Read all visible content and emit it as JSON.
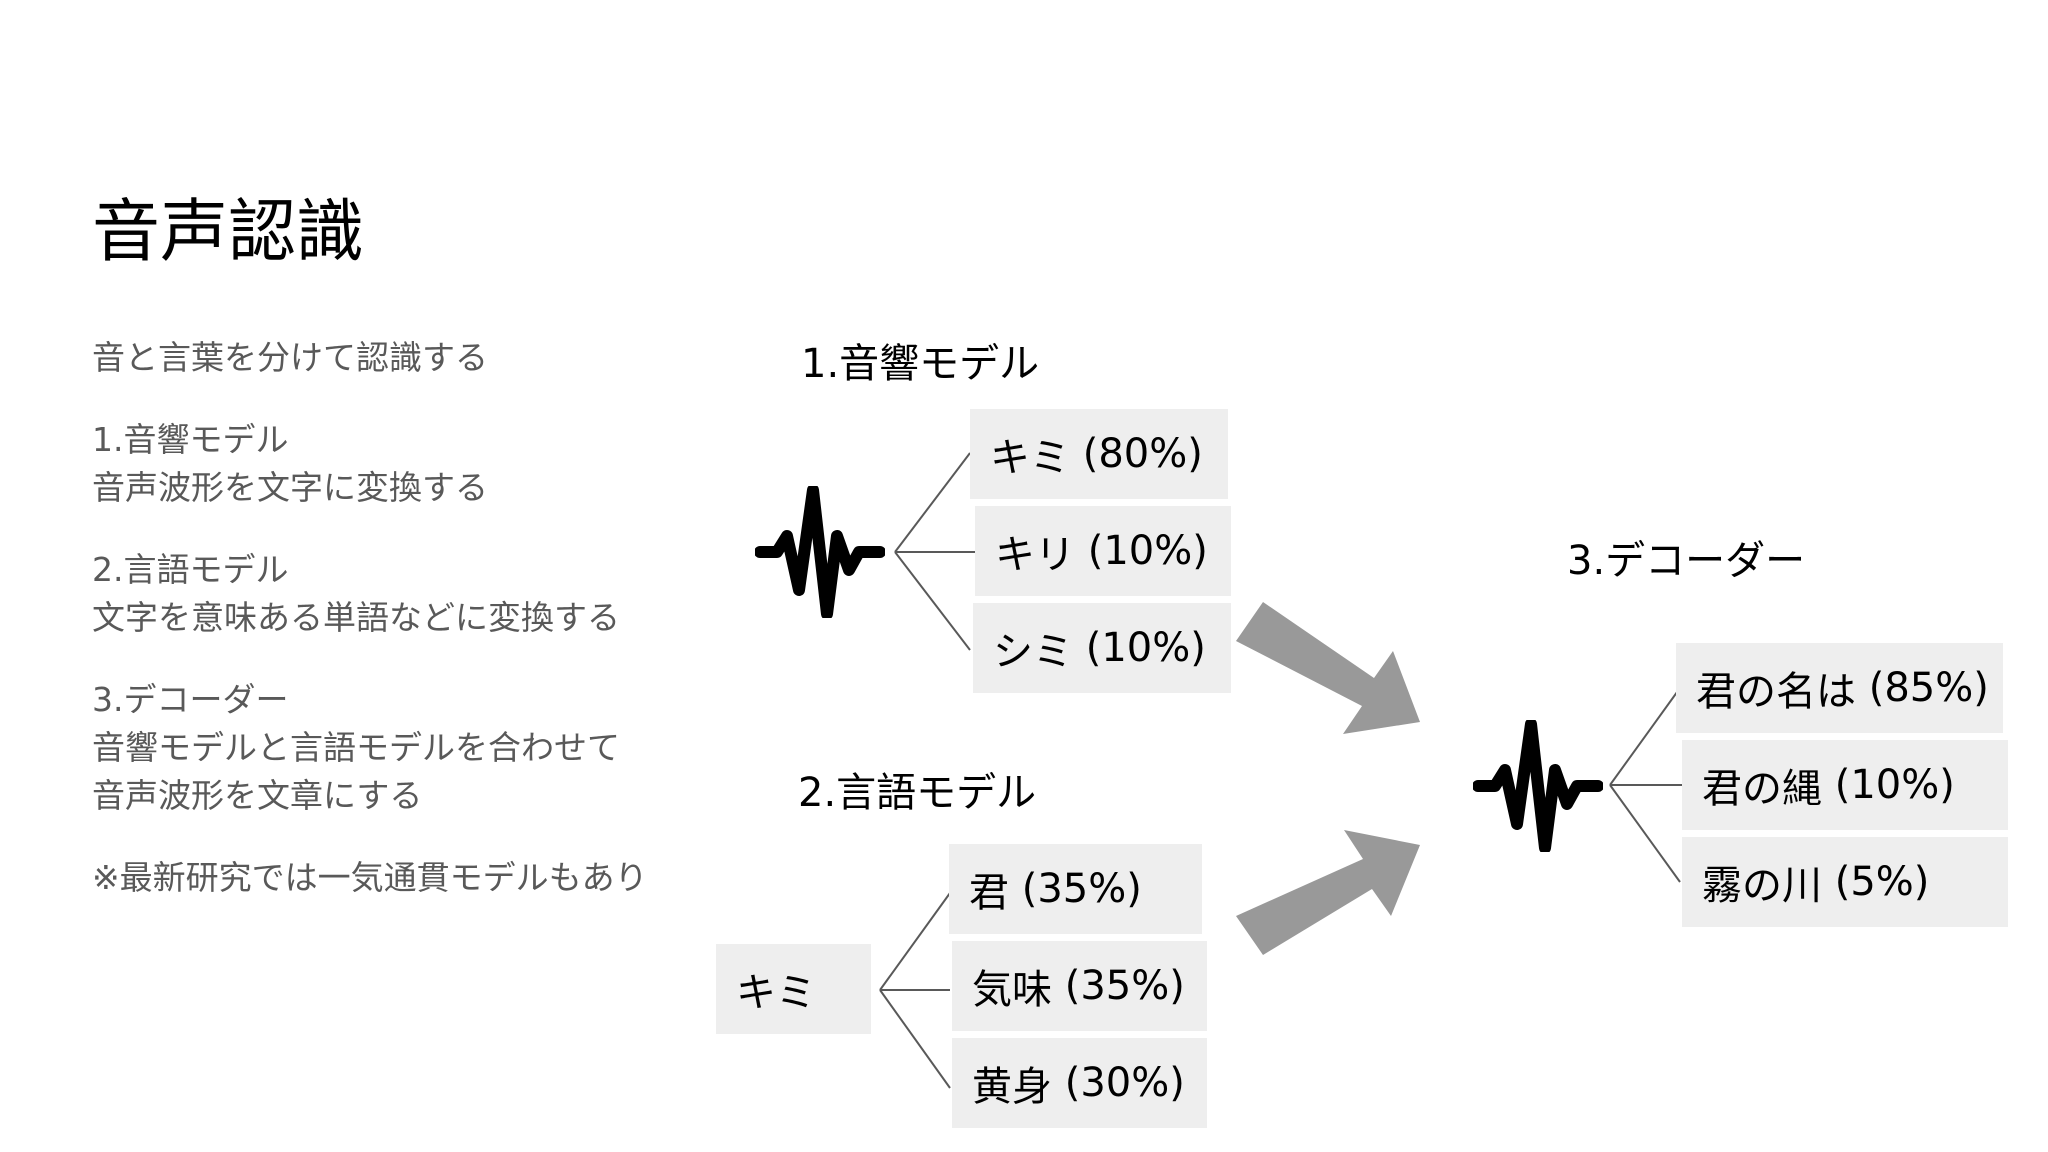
{
  "title": "音声認識",
  "intro": {
    "paragraphs": [
      {
        "lines": [
          "音と言葉を分けて認識する"
        ]
      },
      {
        "lines": [
          "1.音響モデル",
          "音声波形を文字に変換する"
        ]
      },
      {
        "lines": [
          "2.言語モデル",
          "文字を意味ある単語などに変換する"
        ]
      },
      {
        "lines": [
          "3.デコーダー",
          "音響モデルと言語モデルを合わせて",
          "音声波形を文章にする"
        ]
      },
      {
        "lines": [
          "※最新研究では一気通貫モデルもあり"
        ]
      }
    ]
  },
  "acoustic_model": {
    "heading": "1.音響モデル",
    "input_icon": "waveform-icon",
    "candidates": [
      {
        "text": "キミ",
        "prob": "80%"
      },
      {
        "text": "キリ",
        "prob": "10%"
      },
      {
        "text": "シミ",
        "prob": "10%"
      }
    ]
  },
  "language_model": {
    "heading": "2.言語モデル",
    "input": "キミ",
    "candidates": [
      {
        "text": "君",
        "prob": "35%"
      },
      {
        "text": "気味",
        "prob": "35%"
      },
      {
        "text": "黄身",
        "prob": "30%"
      }
    ]
  },
  "decoder": {
    "heading": "3.デコーダー",
    "input_icon": "waveform-icon",
    "candidates": [
      {
        "text": "君の名は",
        "prob": "85%"
      },
      {
        "text": "君の縄",
        "prob": "10%"
      },
      {
        "text": "霧の川",
        "prob": "5%"
      }
    ]
  },
  "colors": {
    "box": "#eeeeee",
    "arrow": "#999999",
    "body_text": "#595959",
    "heading_text": "#000000",
    "connector": "#595959"
  }
}
